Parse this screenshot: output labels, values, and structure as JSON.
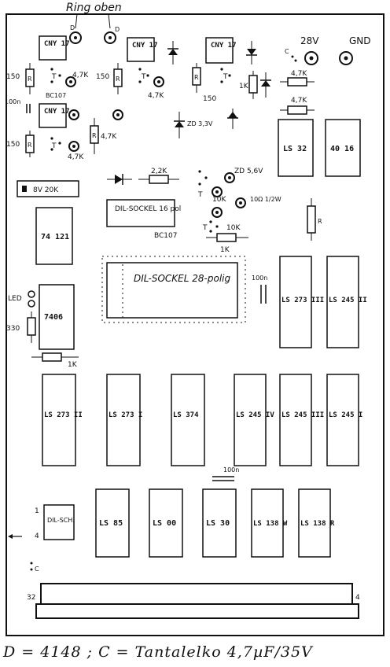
{
  "header": {
    "title": "Ring oben"
  },
  "power": {
    "v28": "28V",
    "gnd": "GND"
  },
  "labels": {
    "cny": "CNY 17",
    "dil16": "DIL-SOCKEL 16 pol",
    "dil28": "DIL-SOCKEL 28-polig",
    "dilsch": "DIL-SCH.",
    "bc107a": "BC107",
    "bc107b": "BC107",
    "led": "LED",
    "trimpot": "8V 20K",
    "r150": "150",
    "r47k": "4,7K",
    "r22k": "2,2K",
    "r1k": "1K",
    "r10k": "10K",
    "r10o": "10Ω 1/2W",
    "r330": "330",
    "zd33": "ZD 3,3V",
    "zd56": "ZD 5,6V",
    "c100n": "100n",
    "letter_t": "T",
    "letter_d": "D",
    "letter_c": "C",
    "letter_r": "R",
    "pin32": "32",
    "pin4": "4",
    "pin1": "1"
  },
  "chips": {
    "ls32": "LS 32",
    "c4016": "40 16",
    "c74121": "74 121",
    "ls273_3": "LS 273 III",
    "ls245_2": "LS 245 II",
    "c7406": "7406",
    "ls273_2": "LS 273 II",
    "ls273_1": "LS 273 I",
    "ls374": "LS 374",
    "ls245_4": "LS 245 IV",
    "ls245_3": "LS 245 III",
    "ls245_1": "LS 245 I",
    "ls85": "LS 85",
    "ls00": "LS 00",
    "ls30": "LS 30",
    "ls138w": "LS 138 W",
    "ls138r": "LS 138 R"
  },
  "legend": {
    "text": "D = 4148 ;  C = Tantalelko 4,7µF/35V"
  }
}
